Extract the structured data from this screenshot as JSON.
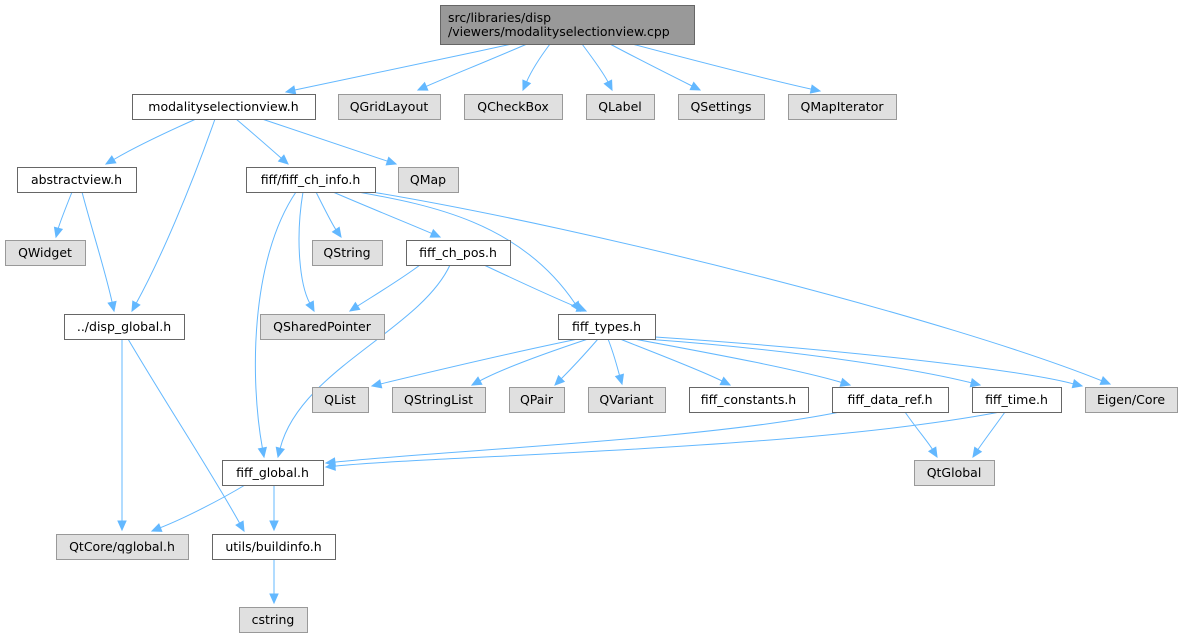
{
  "diagram": {
    "type": "include-dependency-graph",
    "colors": {
      "edge": "#63b8ff",
      "root_fill": "#999999",
      "local_fill": "#ffffff",
      "external_fill": "#e0e0e0"
    },
    "nodes": {
      "root": {
        "lines": [
          "src/libraries/disp",
          "/viewers/modalityselectionview.cpp"
        ],
        "kind": "root"
      },
      "modalityselectionview_h": {
        "lines": [
          "modalityselectionview.h"
        ],
        "kind": "local"
      },
      "QGridLayout": {
        "lines": [
          "QGridLayout"
        ],
        "kind": "ext"
      },
      "QCheckBox": {
        "lines": [
          "QCheckBox"
        ],
        "kind": "ext"
      },
      "QLabel": {
        "lines": [
          "QLabel"
        ],
        "kind": "ext"
      },
      "QSettings": {
        "lines": [
          "QSettings"
        ],
        "kind": "ext"
      },
      "QMapIterator": {
        "lines": [
          "QMapIterator"
        ],
        "kind": "ext"
      },
      "abstractview_h": {
        "lines": [
          "abstractview.h"
        ],
        "kind": "local"
      },
      "fiff_ch_info_h": {
        "lines": [
          "fiff/fiff_ch_info.h"
        ],
        "kind": "local"
      },
      "QMap": {
        "lines": [
          "QMap"
        ],
        "kind": "ext"
      },
      "QWidget": {
        "lines": [
          "QWidget"
        ],
        "kind": "ext"
      },
      "QString": {
        "lines": [
          "QString"
        ],
        "kind": "ext"
      },
      "fiff_ch_pos_h": {
        "lines": [
          "fiff_ch_pos.h"
        ],
        "kind": "local"
      },
      "disp_global_h": {
        "lines": [
          "../disp_global.h"
        ],
        "kind": "local"
      },
      "QSharedPointer": {
        "lines": [
          "QSharedPointer"
        ],
        "kind": "ext"
      },
      "fiff_types_h": {
        "lines": [
          "fiff_types.h"
        ],
        "kind": "local"
      },
      "QList": {
        "lines": [
          "QList"
        ],
        "kind": "ext"
      },
      "QStringList": {
        "lines": [
          "QStringList"
        ],
        "kind": "ext"
      },
      "QPair": {
        "lines": [
          "QPair"
        ],
        "kind": "ext"
      },
      "QVariant": {
        "lines": [
          "QVariant"
        ],
        "kind": "ext"
      },
      "fiff_constants_h": {
        "lines": [
          "fiff_constants.h"
        ],
        "kind": "local"
      },
      "fiff_data_ref_h": {
        "lines": [
          "fiff_data_ref.h"
        ],
        "kind": "local"
      },
      "fiff_time_h": {
        "lines": [
          "fiff_time.h"
        ],
        "kind": "local"
      },
      "Eigen_Core": {
        "lines": [
          "Eigen/Core"
        ],
        "kind": "ext"
      },
      "fiff_global_h": {
        "lines": [
          "fiff_global.h"
        ],
        "kind": "local"
      },
      "QtGlobal": {
        "lines": [
          "QtGlobal"
        ],
        "kind": "ext"
      },
      "QtCore_qglobal_h": {
        "lines": [
          "QtCore/qglobal.h"
        ],
        "kind": "ext"
      },
      "utils_buildinfo_h": {
        "lines": [
          "utils/buildinfo.h"
        ],
        "kind": "local"
      },
      "cstring": {
        "lines": [
          "cstring"
        ],
        "kind": "ext"
      }
    },
    "edges": [
      [
        "root",
        "modalityselectionview_h"
      ],
      [
        "root",
        "QGridLayout"
      ],
      [
        "root",
        "QCheckBox"
      ],
      [
        "root",
        "QLabel"
      ],
      [
        "root",
        "QSettings"
      ],
      [
        "root",
        "QMapIterator"
      ],
      [
        "modalityselectionview_h",
        "abstractview_h"
      ],
      [
        "modalityselectionview_h",
        "disp_global_h"
      ],
      [
        "modalityselectionview_h",
        "fiff_ch_info_h"
      ],
      [
        "modalityselectionview_h",
        "QMap"
      ],
      [
        "abstractview_h",
        "QWidget"
      ],
      [
        "abstractview_h",
        "disp_global_h"
      ],
      [
        "disp_global_h",
        "QtCore_qglobal_h"
      ],
      [
        "disp_global_h",
        "utils_buildinfo_h"
      ],
      [
        "fiff_ch_info_h",
        "fiff_global_h"
      ],
      [
        "fiff_ch_info_h",
        "QSharedPointer"
      ],
      [
        "fiff_ch_info_h",
        "QString"
      ],
      [
        "fiff_ch_info_h",
        "fiff_ch_pos_h"
      ],
      [
        "fiff_ch_info_h",
        "fiff_types_h"
      ],
      [
        "fiff_ch_info_h",
        "Eigen_Core"
      ],
      [
        "fiff_ch_pos_h",
        "QSharedPointer"
      ],
      [
        "fiff_ch_pos_h",
        "fiff_global_h"
      ],
      [
        "fiff_ch_pos_h",
        "fiff_types_h"
      ],
      [
        "fiff_types_h",
        "QList"
      ],
      [
        "fiff_types_h",
        "QStringList"
      ],
      [
        "fiff_types_h",
        "QPair"
      ],
      [
        "fiff_types_h",
        "QVariant"
      ],
      [
        "fiff_types_h",
        "fiff_constants_h"
      ],
      [
        "fiff_types_h",
        "fiff_data_ref_h"
      ],
      [
        "fiff_types_h",
        "fiff_time_h"
      ],
      [
        "fiff_types_h",
        "Eigen_Core"
      ],
      [
        "fiff_data_ref_h",
        "fiff_global_h"
      ],
      [
        "fiff_data_ref_h",
        "QtGlobal"
      ],
      [
        "fiff_time_h",
        "fiff_global_h"
      ],
      [
        "fiff_time_h",
        "QtGlobal"
      ],
      [
        "fiff_global_h",
        "QtCore_qglobal_h"
      ],
      [
        "fiff_global_h",
        "utils_buildinfo_h"
      ],
      [
        "utils_buildinfo_h",
        "cstring"
      ]
    ]
  }
}
